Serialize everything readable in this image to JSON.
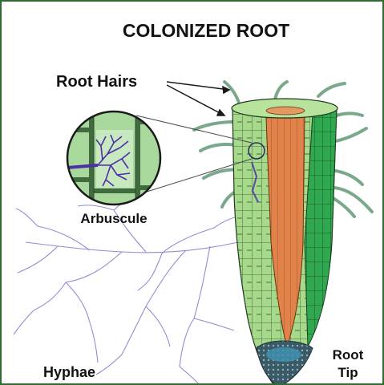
{
  "title": "COLONIZED ROOT",
  "labels": {
    "root_hairs": "Root Hairs",
    "arbuscule": "Arbuscule",
    "hyphae": "Hyphae",
    "root_tip_line1": "Root",
    "root_tip_line2": "Tip"
  },
  "colors": {
    "border": "#2f6b32",
    "root_outer": "#a6d98a",
    "root_inner_green": "#2fa84f",
    "stele": "#e0824a",
    "hypha": "#7a5cc8",
    "cap": "#3a5a66"
  }
}
